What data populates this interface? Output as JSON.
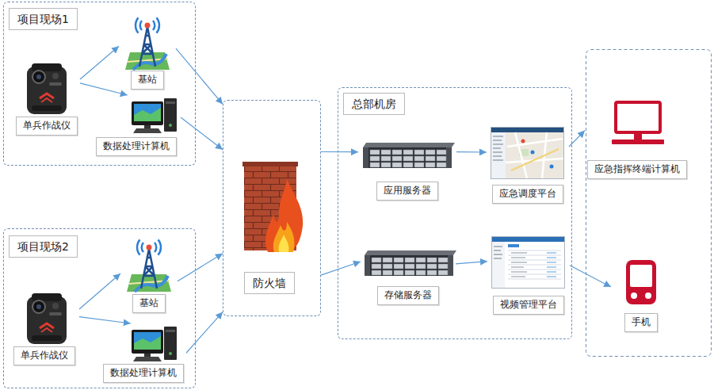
{
  "diagram": {
    "nodes": [
      {
        "text": [
          "项目现场1"
        ]
      },
      {
        "text": [
          "单兵作战仪"
        ],
        "in": 0
      },
      {
        "text": [
          "基站"
        ],
        "in": 0
      },
      {
        "text": [
          "数据处理计算机"
        ],
        "in": 0
      },
      {
        "text": [
          "防火墙"
        ]
      },
      {
        "text": [
          "总部机房"
        ]
      },
      {
        "text": [
          "应用服务器"
        ],
        "in": 5
      },
      {
        "text": [
          "应急调度平台"
        ],
        "in": 5
      },
      {
        "text": [
          "存储服务器"
        ],
        "in": 5
      },
      {
        "text": [
          "视频管理平台"
        ],
        "in": 5
      },
      {
        "text": [
          "应急指挥终端计算机"
        ]
      },
      {
        "text": [
          "手机"
        ]
      },
      {
        "text": [
          "项目现场2"
        ]
      },
      {
        "text": [
          "单兵作战仪"
        ],
        "in": 12
      },
      {
        "text": [
          "基站"
        ],
        "in": 12
      },
      {
        "text": [
          "数据处理计算机"
        ],
        "in": 12
      }
    ],
    "edges": [
      {
        "from": 1,
        "to": 2,
        "arrow": "to"
      },
      {
        "from": 1,
        "to": 3,
        "arrow": "to"
      },
      {
        "from": 2,
        "to": 4,
        "arrow": "to"
      },
      {
        "from": 3,
        "to": 4,
        "arrow": "to"
      },
      {
        "from": 4,
        "to": 6,
        "arrow": "to"
      },
      {
        "from": 4,
        "to": 8,
        "arrow": "to"
      },
      {
        "from": 6,
        "to": 7,
        "arrow": "to"
      },
      {
        "from": 8,
        "to": 9,
        "arrow": "to"
      },
      {
        "from": 7,
        "to": 10,
        "arrow": "to"
      },
      {
        "from": 9,
        "to": 11,
        "arrow": "to"
      },
      {
        "from": 13,
        "to": 14,
        "arrow": "to"
      },
      {
        "from": 13,
        "to": 15,
        "arrow": "to"
      },
      {
        "from": 14,
        "to": 4,
        "arrow": "to"
      },
      {
        "from": 15,
        "to": 4,
        "arrow": "to"
      }
    ]
  }
}
